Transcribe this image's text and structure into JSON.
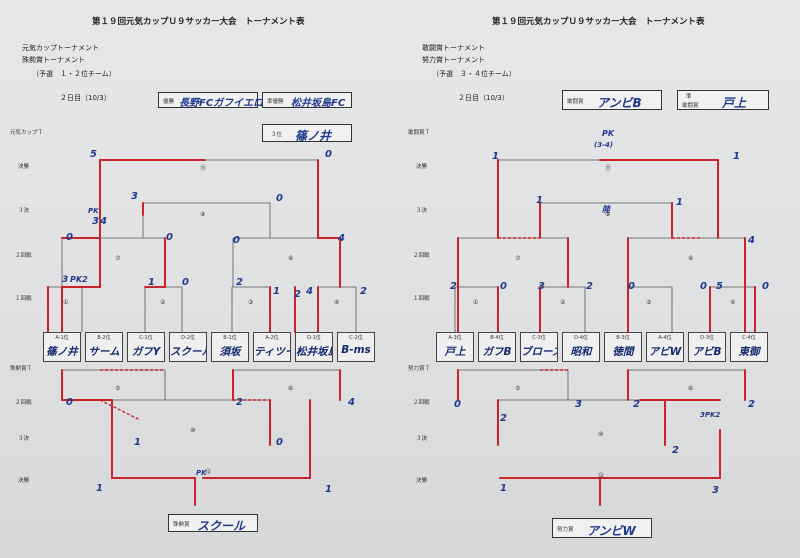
{
  "left": {
    "sheet_title": "第１９回元気カップＵ９サッカー大会　トーナメント表",
    "sub1": "元気カップトーナメント",
    "sub2": "殊勲賞トーナメント",
    "sub3": "（予選　１・２位チーム）",
    "day": "２日目（10/3）",
    "winner_label": "優勝",
    "winner": "長野FCガフイエロー",
    "runner_label": "準優勝",
    "runner": "松井坂島FC",
    "third_label": "３位",
    "third": "篠ノ井",
    "award_label": "殊勲賞",
    "award": "スクール",
    "side_labels": [
      "元気カップＴ",
      "決勝",
      "３決",
      "２回戦",
      "１回戦",
      "殊勲賞Ｔ",
      "２回戦",
      "３決",
      "決勝"
    ],
    "match_numbers": [
      "⑪",
      "⑨",
      "⑦",
      "⑧",
      "①",
      "②",
      "③",
      "④",
      "⑤",
      "⑥",
      "⑩",
      "⑫"
    ],
    "teams": [
      {
        "code": "A-1位",
        "name": "篠ノ井"
      },
      {
        "code": "B-2位",
        "name": "サーム"
      },
      {
        "code": "C-1位",
        "name": "ガフY"
      },
      {
        "code": "D-2位",
        "name": "スクール"
      },
      {
        "code": "B-1位",
        "name": "須坂"
      },
      {
        "code": "A-2位",
        "name": "ティツーレ"
      },
      {
        "code": "D-1位",
        "name": "松井坂島"
      },
      {
        "code": "C-2位",
        "name": "B-ms"
      }
    ],
    "scores": [
      "5",
      "0",
      "3",
      "0",
      "PK",
      "3",
      "4",
      "0",
      "0",
      "0",
      "4",
      "3",
      "PK2",
      "1",
      "0",
      "2",
      "1",
      "2",
      "4",
      "2",
      "0",
      "2",
      "4",
      "0",
      "1",
      "PK",
      "1",
      "1"
    ]
  },
  "right": {
    "sheet_title": "第１９回元気カップＵ９サッカー大会　トーナメント表",
    "sub1": "敢闘賞トーナメント",
    "sub2": "努力賞トーナメント",
    "sub3": "（予選　３・４位チーム）",
    "day": "２日目（10/3）",
    "winner_label": "敢闘賞",
    "winner": "アンビB",
    "runner_label": "準敢闘賞",
    "runner_label_a": "準",
    "runner_label_b": "敢闘賞",
    "runner": "戸上",
    "award_label": "努力賞",
    "award": "アンビW",
    "side_labels": [
      "敢闘賞Ｔ",
      "決勝",
      "３決",
      "２回戦",
      "１回戦",
      "努力賞Ｔ",
      "２回戦",
      "３決",
      "決勝"
    ],
    "match_numbers": [
      "⑪",
      "⑨",
      "⑦",
      "⑧",
      "①",
      "②",
      "③",
      "④",
      "⑤",
      "⑥",
      "⑩",
      "⑫"
    ],
    "teams": [
      {
        "code": "A-3位",
        "name": "戸上"
      },
      {
        "code": "B-4位",
        "name": "ガフB"
      },
      {
        "code": "C-3位",
        "name": "ブローズ"
      },
      {
        "code": "D-4位",
        "name": "昭和"
      },
      {
        "code": "B-3位",
        "name": "徳間"
      },
      {
        "code": "A-4位",
        "name": "アビW"
      },
      {
        "code": "D-3位",
        "name": "アビB"
      },
      {
        "code": "C-4位",
        "name": "東御"
      }
    ],
    "scores": [
      "PK",
      "(3-4)",
      "1",
      "1",
      "1",
      "陸",
      "1",
      "4",
      "2",
      "0",
      "3",
      "2",
      "0",
      "0",
      "5",
      "0",
      "0",
      "3",
      "2",
      "2",
      "3PK2",
      "2",
      "1",
      "3",
      "2"
    ]
  },
  "colors": {
    "ink": "#1f3a8c",
    "bracket": "#c8242a",
    "line": "#444444"
  }
}
